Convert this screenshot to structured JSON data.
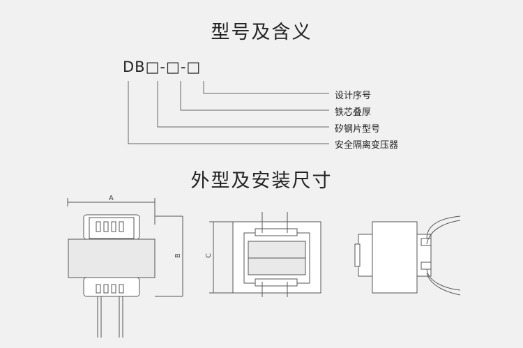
{
  "section_model": {
    "title": "型号及含义",
    "code": "DB□-□-□"
  },
  "legend": [
    {
      "text": "设计序号"
    },
    {
      "text": "铁芯叠厚"
    },
    {
      "text": "矽钢片型号"
    },
    {
      "text": "安全隔离变压器"
    }
  ],
  "section_dims": {
    "title": "外型及安装尺寸"
  },
  "dimensions": {
    "a": "A",
    "b": "B",
    "c": "C"
  },
  "colors": {
    "line": "#555555",
    "fill": "#ffffff",
    "coil": "#e9e9e9",
    "background": "#f1f1f1"
  }
}
